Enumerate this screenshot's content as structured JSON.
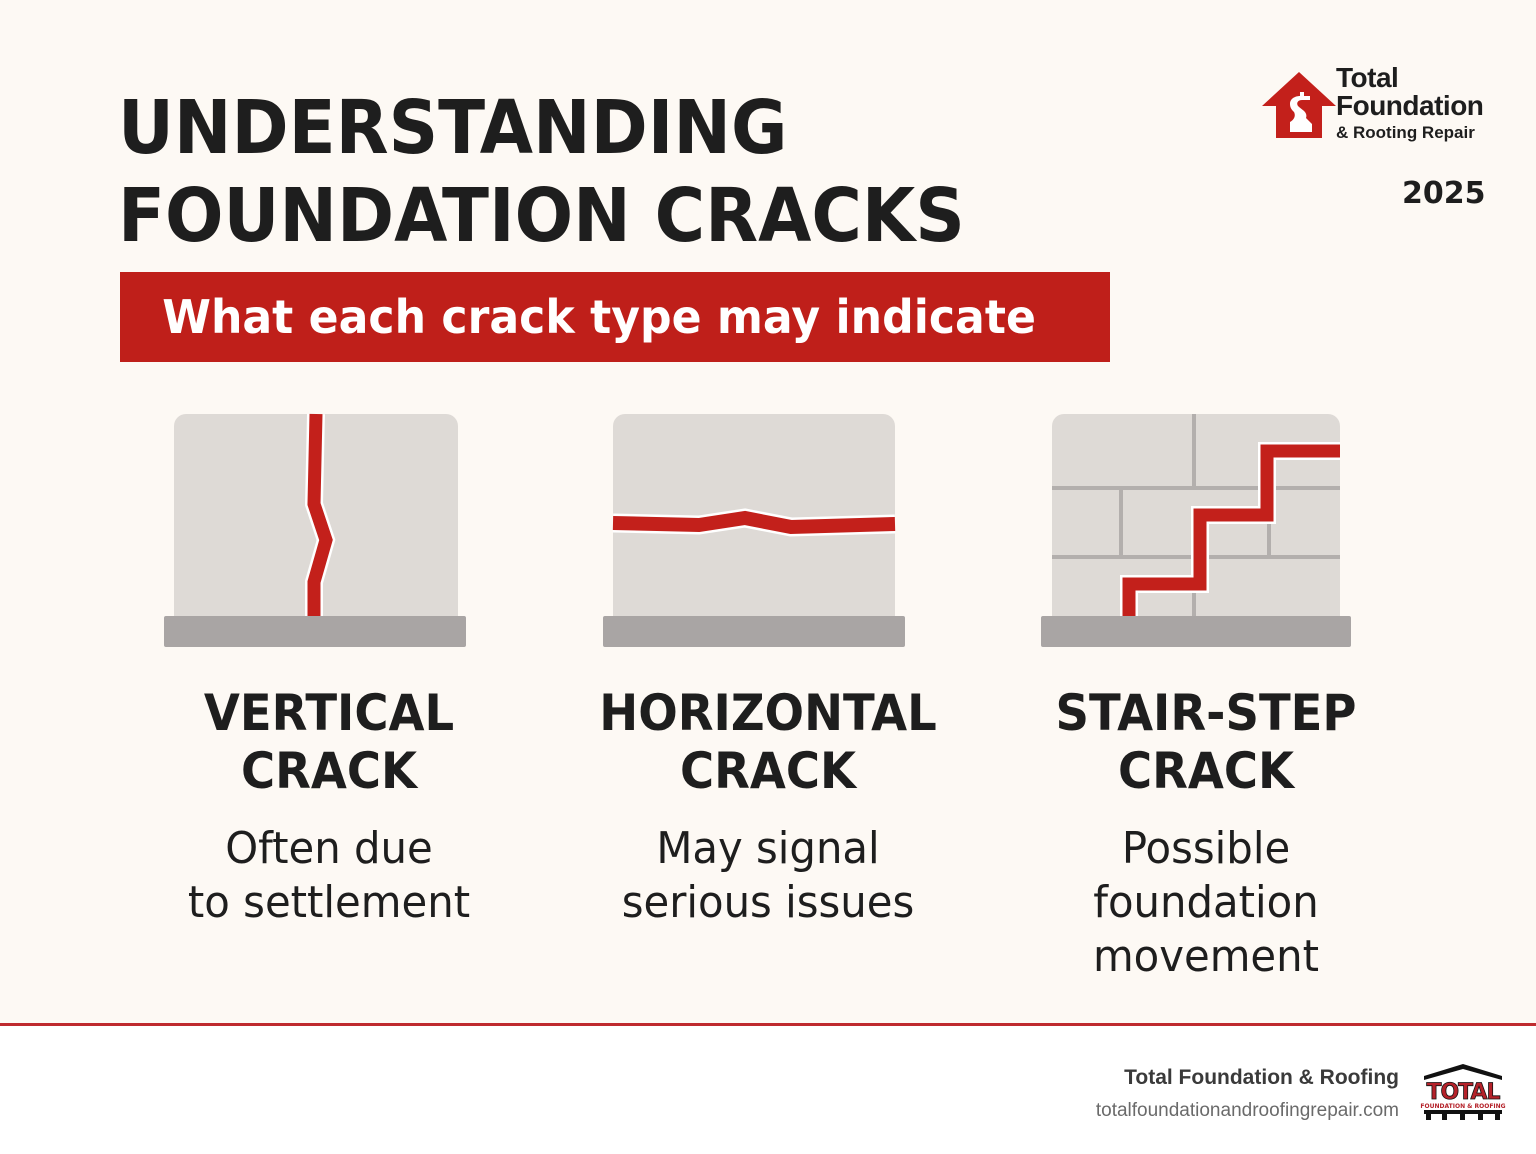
{
  "header": {
    "title_lines": [
      "UNDERSTANDING",
      "FOUNDATION CRACKS"
    ],
    "year": "2025"
  },
  "brand": {
    "line1": "Total",
    "line2": "Foundation",
    "line3": "& Rooting Repair",
    "icon": "house-arrow-icon"
  },
  "banner": {
    "text": "What each crack type may indicate"
  },
  "cracks": [
    {
      "title_line1": "VERTICAL",
      "title_line2": "CRACK",
      "desc_lines": [
        "Often due",
        "to settlement"
      ],
      "icon": "vertical-crack-icon"
    },
    {
      "title_line1": "HORIZONTAL",
      "title_line2": "CRACK",
      "desc_lines": [
        "May signal",
        "serious issues"
      ],
      "icon": "horizontal-crack-icon"
    },
    {
      "title_line1": "STAIR-STEP",
      "title_line2": "CRACK",
      "desc_lines": [
        "Possible",
        "foundation",
        "movement"
      ],
      "icon": "stair-step-crack-icon"
    }
  ],
  "footer": {
    "company": "Total Foundation & Roofing",
    "url": "totalfoundationandroofingrepair.com",
    "logo_text": "TOTAL",
    "logo_subtext": "FOUNDATION & ROOFING"
  },
  "colors": {
    "accent_red": "#bf1f1a",
    "background": "#fdf9f4",
    "wall": "#dedad6",
    "base": "#a9a5a4",
    "text": "#1e1e1e"
  }
}
